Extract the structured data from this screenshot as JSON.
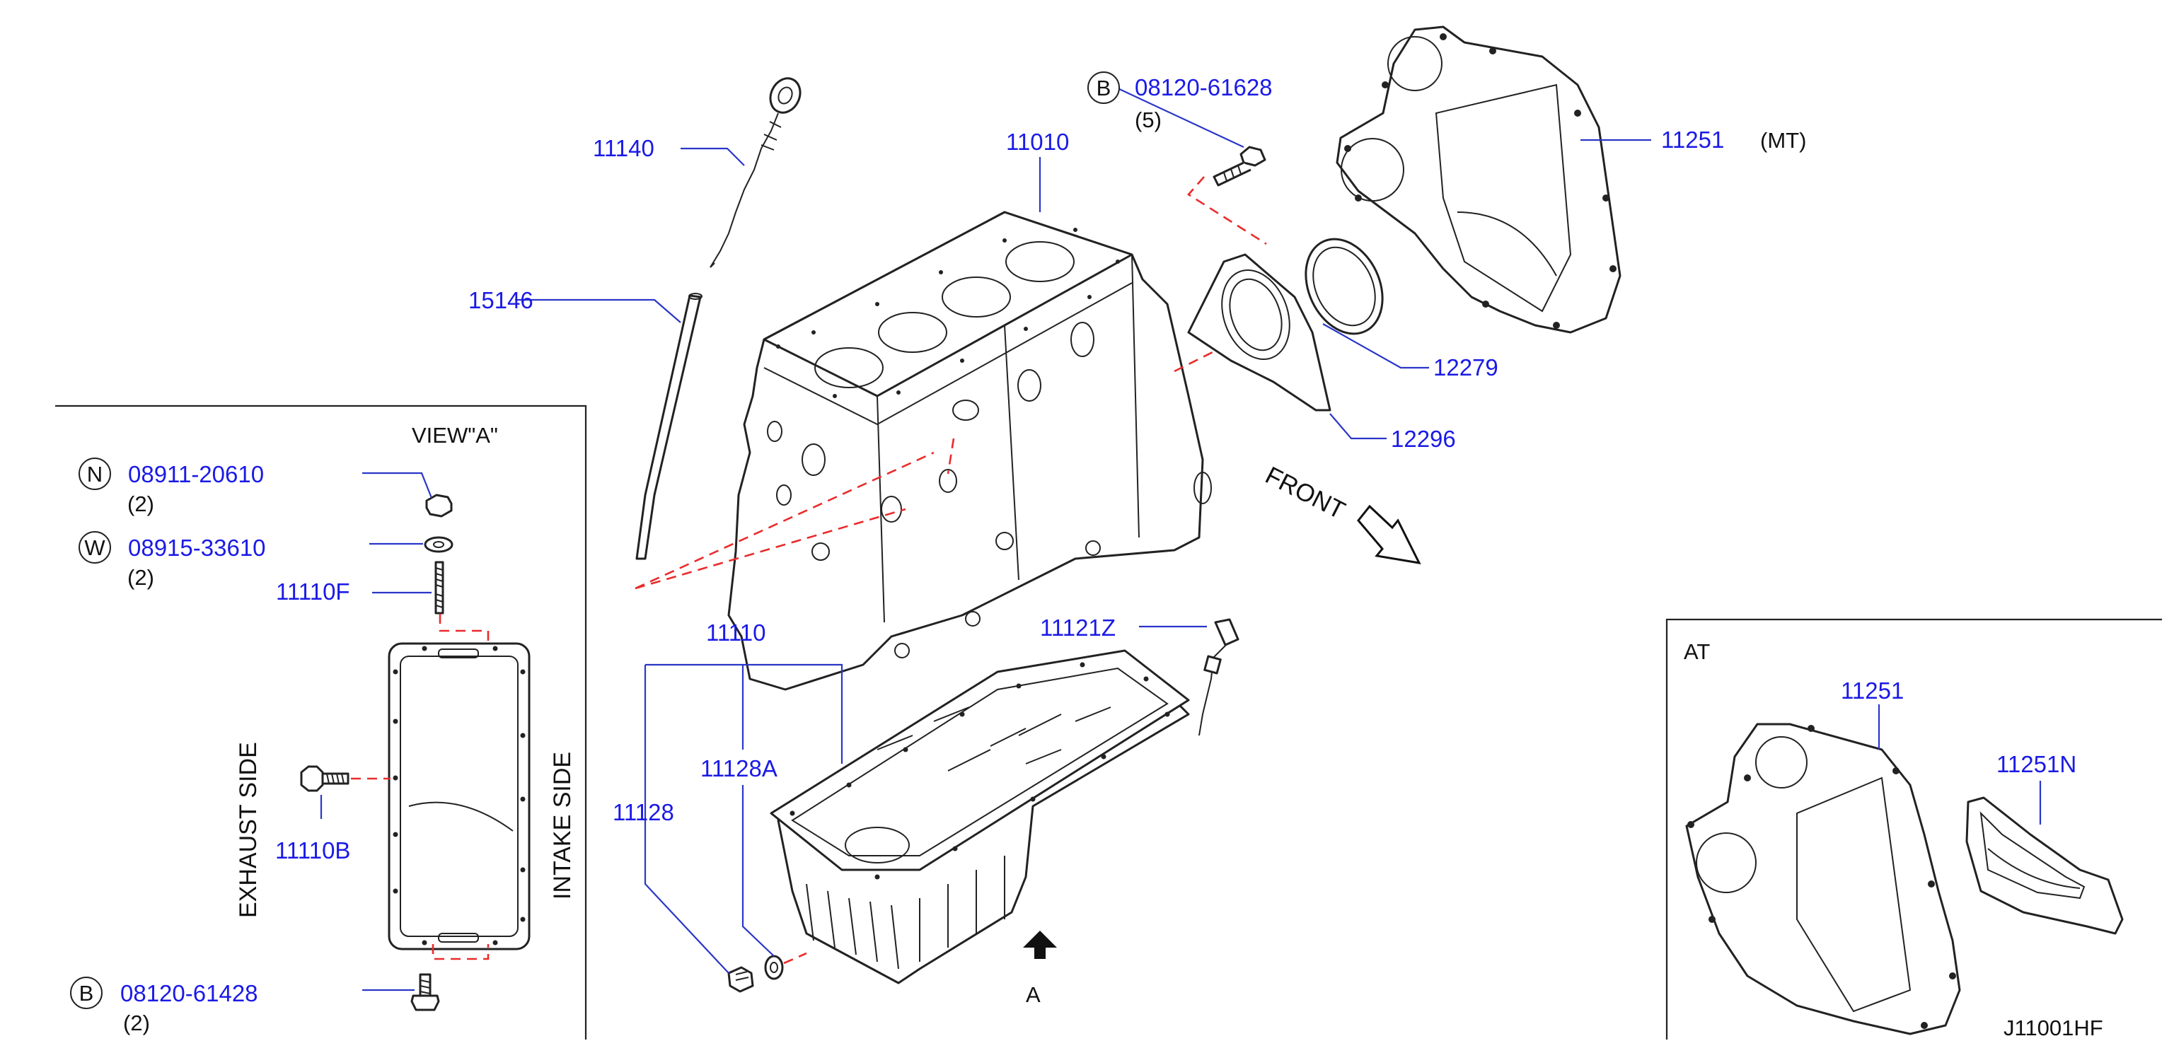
{
  "diagram": {
    "drawing_code": "J11001HF",
    "main": {
      "parts": {
        "p11140": "11140",
        "p15146": "15146",
        "p11010": "11010",
        "bolt_top_number": "08120-61628",
        "bolt_top_qty": "(5)",
        "p11251": "11251",
        "p11251_variant": "(MT)",
        "p12279": "12279",
        "p12296": "12296",
        "p11110": "11110",
        "p11121Z": "11121Z",
        "p11128A": "11128A",
        "p11128": "11128"
      },
      "front_label": "FRONT",
      "arrow_label": "A"
    },
    "view_a": {
      "title": "VIEW\"A\"",
      "exhaust_side": "EXHAUST  SIDE",
      "intake_side": "INTAKE  SIDE",
      "nut_number": "08911-20610",
      "nut_qty": "(2)",
      "washer_number": "08915-33610",
      "washer_qty": "(2)",
      "stud": "11110F",
      "side_bolt": "11110B",
      "bottom_bolt_number": "08120-61428",
      "bottom_bolt_qty": "(2)"
    },
    "at_view": {
      "title": "AT",
      "p11251": "11251",
      "p11251N": "11251N"
    },
    "symbols": {
      "B": "B",
      "N": "N",
      "W": "W"
    }
  }
}
